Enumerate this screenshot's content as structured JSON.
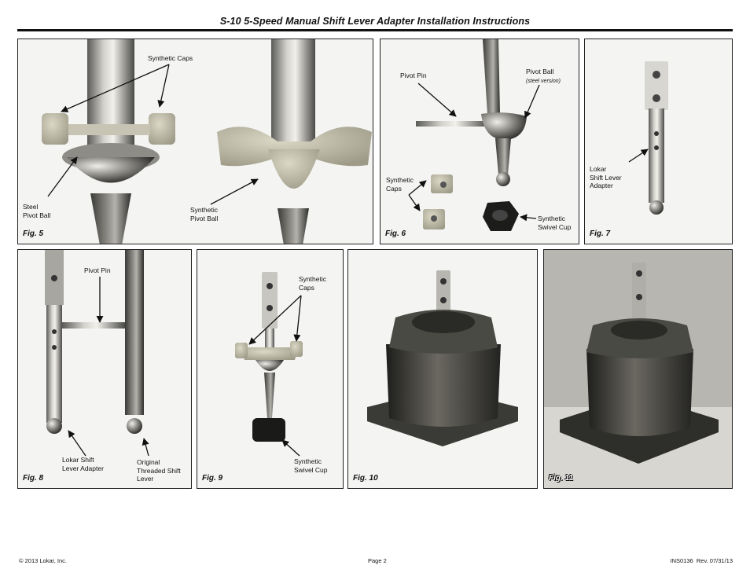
{
  "title": "S-10 5-Speed Manual Shift Lever Adapter Installation Instructions",
  "figures": {
    "fig5": {
      "label": "Fig. 5",
      "callouts": {
        "caps": "Synthetic Caps",
        "steel_l1": "Steel",
        "steel_l2": "Pivot Ball",
        "syn_l1": "Synthetic",
        "syn_l2": "Pivot Ball"
      }
    },
    "fig6": {
      "label": "Fig. 6",
      "callouts": {
        "pin": "Pivot Pin",
        "ball": "Pivot Ball",
        "ball_note": "(steel version)",
        "caps_l1": "Synthetic",
        "caps_l2": "Caps",
        "cup_l1": "Synthetic",
        "cup_l2": "Swivel Cup"
      }
    },
    "fig7": {
      "label": "Fig. 7",
      "callouts": {
        "l1": "Lokar",
        "l2": "Shift Lever",
        "l3": "Adapter"
      }
    },
    "fig8": {
      "label": "Fig. 8",
      "callouts": {
        "pin": "Pivot Pin",
        "lokar_l1": "Lokar Shift",
        "lokar_l2": "Lever Adapter",
        "orig_l1": "Original",
        "orig_l2": "Threaded Shift",
        "orig_l3": "Lever"
      }
    },
    "fig9": {
      "label": "Fig. 9",
      "callouts": {
        "caps_l1": "Synthetic",
        "caps_l2": "Caps",
        "cup_l1": "Synthetic",
        "cup_l2": "Swivel Cup"
      }
    },
    "fig10": {
      "label": "Fig. 10"
    },
    "fig11": {
      "label": "Fig. 11"
    }
  },
  "footer": {
    "copyright": "© 2013 Lokar, Inc.",
    "page": "Page 2",
    "doc": "INS0136  Rev. 07/31/13"
  }
}
